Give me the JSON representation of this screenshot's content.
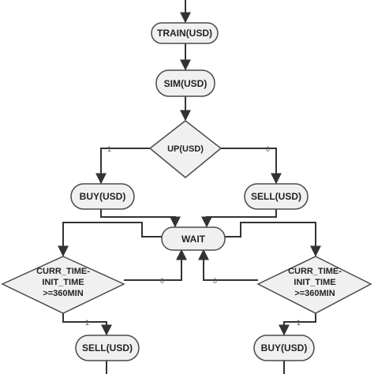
{
  "nodes": {
    "train": "TRAIN(USD)",
    "sim": "SIM(USD)",
    "up": "UP(USD)",
    "buy_top": "BUY(USD)",
    "sell_top": "SELL(USD)",
    "wait": "WAIT",
    "cond_left": {
      "line1": "CURR_TIME-",
      "line2": "INIT_TIME",
      "line3": ">=360MIN"
    },
    "cond_right": {
      "line1": "CURR_TIME-",
      "line2": "INIT_TIME",
      "line3": ">=360MIN"
    },
    "sell_bottom": "SELL(USD)",
    "buy_bottom": "BUY(USD)"
  },
  "branches": {
    "up_yes": "1",
    "up_no": "0",
    "left_yes": "1",
    "left_no": "0",
    "right_yes": "1",
    "right_no": "0"
  },
  "colors": {
    "node_fill": "#f0f0f0",
    "node_stroke": "#4a4a4a",
    "edge": "#333333"
  }
}
